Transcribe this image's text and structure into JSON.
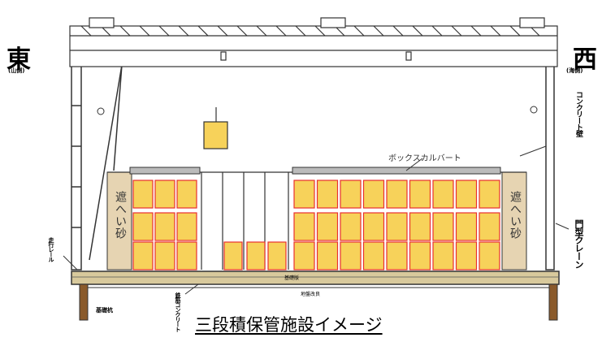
{
  "labels": {
    "east": "東",
    "east_sub": "(山側)",
    "west": "西",
    "west_sub": "(海側)",
    "box_culvert": "ボックスカルバート",
    "sand_left": "遮へい砂",
    "sand_right": "遮へい砂",
    "crane": "門型クレーン",
    "wall_note": "コンクリート壁",
    "rail_left": "走行レール",
    "pile": "基礎杭",
    "slab_note": "基礎版",
    "under_note": "地盤改良",
    "center_note": "鉄筋コンクリート",
    "caption": "三段積保管施設イメージ"
  },
  "colors": {
    "box": "#f7d25a",
    "box_dark": "#e0a21c",
    "frame_red": "#e83030",
    "sand": "#e6d4b2",
    "steel": "#444444",
    "pile": "#8a5a2b"
  }
}
